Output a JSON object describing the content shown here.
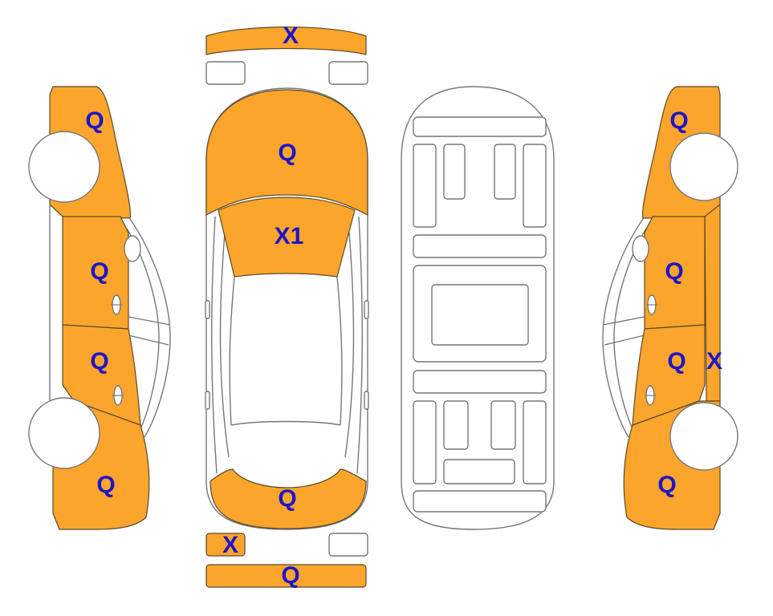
{
  "colors": {
    "damaged": "#fba52c",
    "undamaged": "#ffffff",
    "label": "#1e14c8",
    "outline": "#777777"
  },
  "labels": {
    "front_bumper": "X",
    "hood": "Q",
    "windshield": "X1",
    "roof_rear": "Q",
    "rear_light_left": "X",
    "rear_bumper": "Q",
    "left_front_fender": "Q",
    "left_front_door": "Q",
    "left_rear_door": "Q",
    "left_rear_quarter": "Q",
    "right_front_fender": "Q",
    "right_front_door": "Q",
    "right_rear_door": "Q",
    "right_rocker": "X",
    "right_rear_quarter": "Q"
  }
}
